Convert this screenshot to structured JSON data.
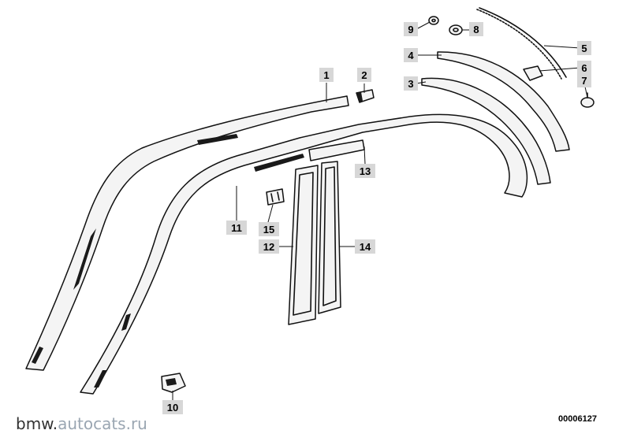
{
  "callouts": {
    "c1": "1",
    "c2": "2",
    "c3": "3",
    "c4": "4",
    "c5": "5",
    "c6": "6",
    "c7": "7",
    "c8": "8",
    "c9": "9",
    "c10": "10",
    "c11": "11",
    "c12": "12",
    "c13": "13",
    "c14": "14",
    "c15": "15"
  },
  "watermark": {
    "prefix": "bmw.",
    "accent": "autocats.ru"
  },
  "diagram_code": "00006127",
  "colors": {
    "line": "#111111",
    "callout_bg": "#d7d7d7",
    "watermark_accent": "#9aa6b2"
  }
}
